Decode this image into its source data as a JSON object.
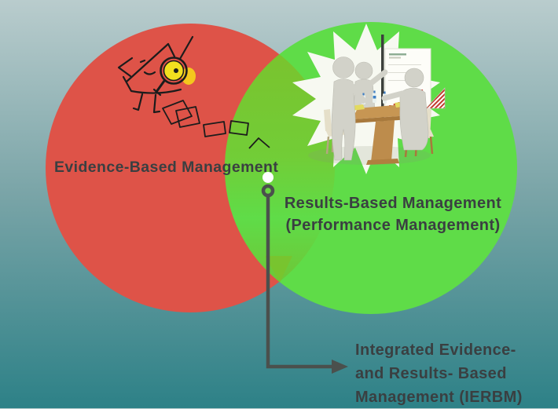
{
  "diagram": {
    "left_circle_label": "Evidence-Based Management",
    "right_circle_label_line1": "Results-Based Management",
    "right_circle_label_line2": "(Performance Management)",
    "intersection_label_line1": "Integrated Evidence-",
    "intersection_label_line2": "and Results- Based",
    "intersection_label_line3": "Management (IERBM)"
  },
  "colors": {
    "bg_top": "#b9cccd",
    "bg_mid": "#79a4a7",
    "bg_bottom": "#2d8187",
    "red": "#de5348",
    "green": "#5fdc48",
    "overlap": "#7ac32e",
    "ink": "#3a3f41",
    "arrow": "#4b504d",
    "star": "#f7f9f1",
    "lens_yellow": "#f2df1f",
    "blob_yellow": "#f4c81d",
    "figure": "#d2d2c9",
    "wood": "#c79653",
    "wood_dark": "#a8793c",
    "seat": "#e5dfc9",
    "chart_red": "#c23b2e",
    "pole": "#3c403c",
    "bottle_blue": "#3f7fc4",
    "pad_yellow": "#e3da60",
    "doodle_ink": "#1c1c1c"
  }
}
